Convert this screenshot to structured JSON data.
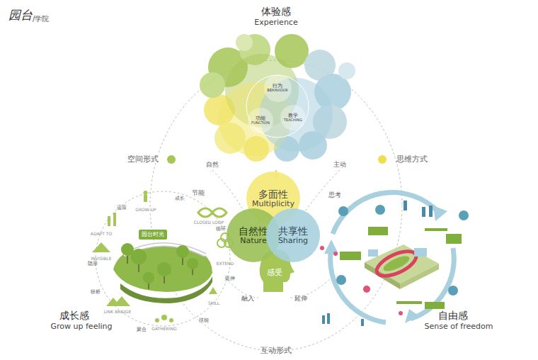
{
  "diagram": {
    "title": "园台",
    "nodes": [
      {
        "text": [
          "行为",
          "BEHAVIOUR"
        ]
      },
      {
        "text": [
          "功能",
          "FUNCTION"
        ]
      },
      {
        "text": [
          "教学",
          "TEACHING"
        ]
      },
      {
        "text": [
          "多面性",
          "Multiplicity"
        ]
      },
      {
        "text": [
          "自然性",
          "Nature"
        ]
      },
      {
        "text": [
          "共享性",
          "Sharing"
        ]
      },
      {
        "text": [
          "感受"
        ]
      },
      {
        "text": [
          "园台时光"
        ]
      }
    ],
    "labels": [
      "/学院",
      "体验感",
      "Experience",
      "空间形式",
      "思维方式",
      "互动形式",
      "成长感",
      "Grow up feeling",
      "自由感",
      "Sense of freedom",
      "自然",
      "主动",
      "节能",
      "思考",
      "融入",
      "延伸",
      "成长",
      "GROW UP",
      "适应",
      "ADAPT TO",
      "隐形",
      "INVISIBLE",
      "联桥",
      "LINK BRIDGE",
      "聚合",
      "GATHERING",
      "技能",
      "SKILL",
      "延伸",
      "EXTEND",
      "循环",
      "CLOSED LOOP"
    ]
  }
}
